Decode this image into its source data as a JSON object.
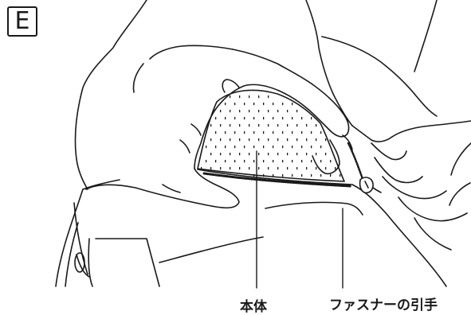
{
  "step": {
    "letter": "E"
  },
  "callouts": {
    "body": "本体",
    "zipper_pull": "ファスナーの引手"
  },
  "colors": {
    "line": "#1a1a1a",
    "background": "#ffffff"
  },
  "icons": [
    "left-hand-icon",
    "right-hand-icon",
    "mesh-pocket-icon",
    "zipper-pull-icon"
  ]
}
